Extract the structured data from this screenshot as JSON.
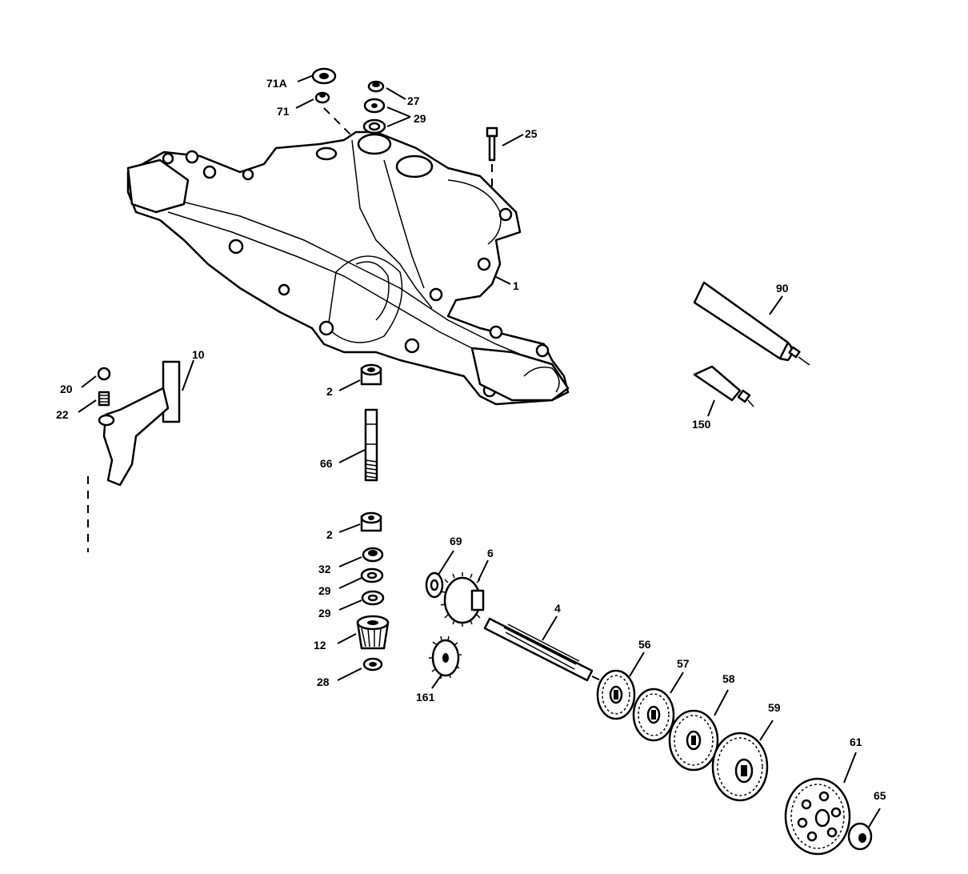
{
  "labels": {
    "p1": "1",
    "p2a": "2",
    "p2b": "2",
    "p4": "4",
    "p6": "6",
    "p10": "10",
    "p12": "12",
    "p20": "20",
    "p22": "22",
    "p25": "25",
    "p27": "27",
    "p28": "28",
    "p29a": "29",
    "p29b": "29",
    "p29c": "29",
    "p32": "32",
    "p56": "56",
    "p57": "57",
    "p58": "58",
    "p59": "59",
    "p61": "61",
    "p65": "65",
    "p66": "66",
    "p69": "69",
    "p71": "71",
    "p71a": "71A",
    "p90": "90",
    "p150": "150",
    "p161": "161"
  }
}
